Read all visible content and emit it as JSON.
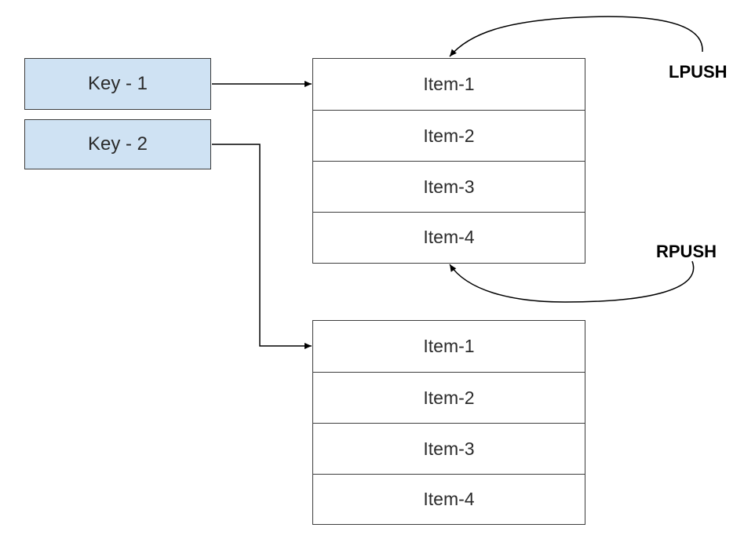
{
  "keys": [
    {
      "label": "Key - 1"
    },
    {
      "label": "Key - 2"
    }
  ],
  "lists": [
    {
      "items": [
        "Item-1",
        "Item-2",
        "Item-3",
        "Item-4"
      ]
    },
    {
      "items": [
        "Item-1",
        "Item-2",
        "Item-3",
        "Item-4"
      ]
    }
  ],
  "operations": {
    "lpush": "LPUSH",
    "rpush": "RPUSH"
  },
  "colors": {
    "key_fill": "#cfe2f3",
    "stroke": "#3d3d3d"
  }
}
